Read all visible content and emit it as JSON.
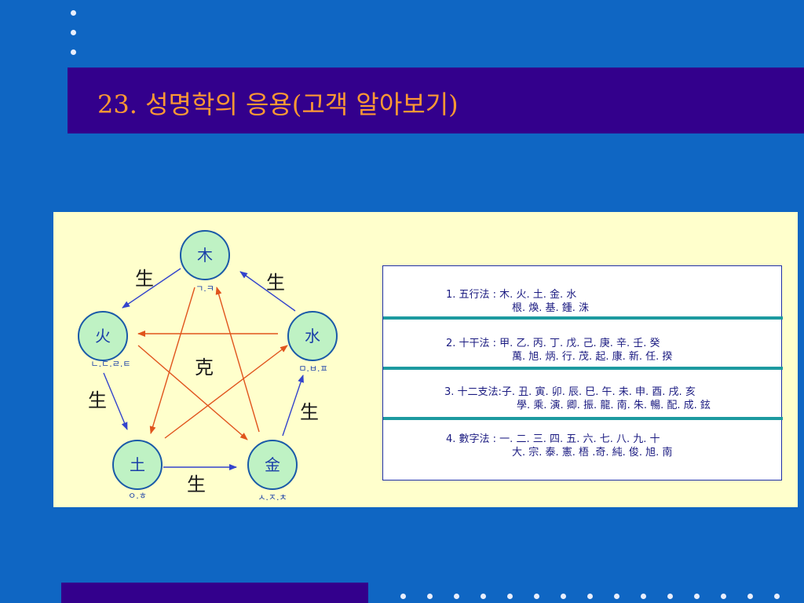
{
  "title": "23. 성명학의 응용(고객 알아보기)",
  "diagram": {
    "elements": {
      "wood": {
        "label": "木",
        "consonants": "ㄱ.ㅋ"
      },
      "fire": {
        "label": "火",
        "consonants": "ㄴ.ㄷ.ㄹ.ㅌ"
      },
      "water": {
        "label": "水",
        "consonants": "ㅁ.ㅂ.ㅍ"
      },
      "earth": {
        "label": "土",
        "consonants": "ㅇ.ㅎ"
      },
      "metal": {
        "label": "金",
        "consonants": "ㅅ.ㅈ.ㅊ"
      }
    },
    "generate_label": "生",
    "control_label": "克"
  },
  "legend": {
    "items": [
      {
        "line1": "1. 五行法 : 木. 火. 土. 金. 水",
        "line2": "根. 煥. 基. 鍾. 洙"
      },
      {
        "line1": "2. 十干法 : 甲. 乙. 丙. 丁. 戊. 己. 庚. 辛. 壬. 癸",
        "line2": "萬. 旭. 炳. 行. 茂. 起. 康. 新. 任. 揆"
      },
      {
        "line1": "3. 十二支法:子. 丑. 寅. 卯. 辰. 巳. 午. 未. 申. 酉. 戌. 亥",
        "line2": "學. 乘. 演. 卿. 振. 龍. 南. 朱. 暢. 配. 成. 鉉"
      },
      {
        "line1": "4. 數字法 : 一. 二. 三. 四. 五. 六. 七. 八. 九. 十",
        "line2": "大. 宗. 泰. 憲. 梧 .奇. 純. 俊. 旭. 南"
      }
    ]
  },
  "colors": {
    "background": "#0f66c3",
    "title_bar": "#33008c",
    "title_text": "#ff9933",
    "panel": "#ffffcc",
    "node_fill": "#bff2c4",
    "node_stroke": "#1a5aa8",
    "generate_arrow": "#3344cc",
    "control_arrow": "#e0541c",
    "separator": "#1d9aa0"
  }
}
